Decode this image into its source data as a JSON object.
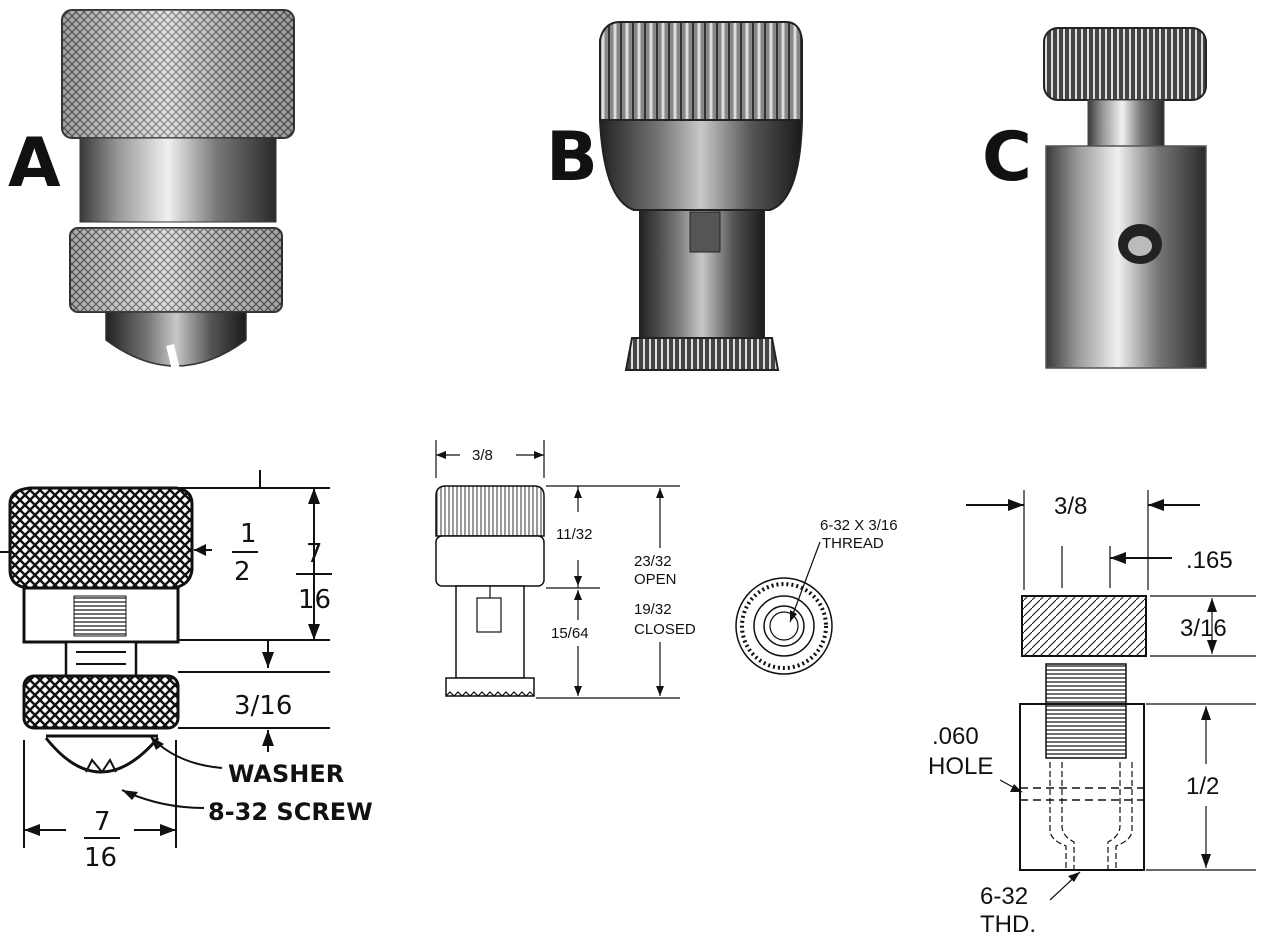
{
  "labels": {
    "part_a": "A",
    "part_b": "B",
    "part_c": "C"
  },
  "drawing_a": {
    "dim_head_width_num": "1",
    "dim_head_width_den": "2",
    "dim_height_num": "7",
    "dim_height_den": "16",
    "dim_nut_height": "3/16",
    "callout_washer": "WASHER",
    "callout_screw": "8-32 SCREW",
    "dim_base_width_num": "7",
    "dim_base_width_den": "16"
  },
  "drawing_b": {
    "dim_width": "3/8",
    "dim_cap_height": "11/32",
    "dim_body_height": "15/64",
    "dim_total_open_value": "23/32",
    "dim_total_open_label": "OPEN",
    "dim_total_closed_value": "19/32",
    "dim_total_closed_label": "CLOSED",
    "thread_spec_line1": "6-32 X 3/16",
    "thread_spec_line2": "THREAD"
  },
  "drawing_c": {
    "dim_width": "3/8",
    "dim_offset": ".165",
    "dim_cap_height": "3/16",
    "dim_hole_line1": ".060",
    "dim_hole_line2": "HOLE",
    "dim_body_height": "1/2",
    "thread_line1": "6-32",
    "thread_line2": "THD."
  }
}
